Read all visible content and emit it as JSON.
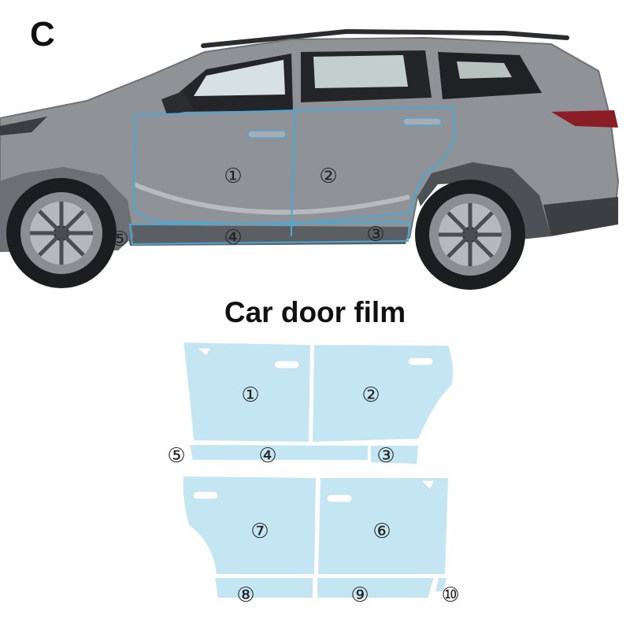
{
  "panel_letter": "C",
  "title": "Car door film",
  "car_callouts": [
    "①",
    "②",
    "③",
    "④",
    "⑤"
  ],
  "front_set_labels": [
    "①",
    "②",
    "③",
    "④",
    "⑤"
  ],
  "rear_set_labels": [
    "⑥",
    "⑦",
    "⑧",
    "⑨",
    "⑩"
  ],
  "colors": {
    "car_body": "#8f9296",
    "film_fill": "#c4e6f3",
    "film_outline": "#4aa8d4",
    "background": "#ffffff"
  }
}
